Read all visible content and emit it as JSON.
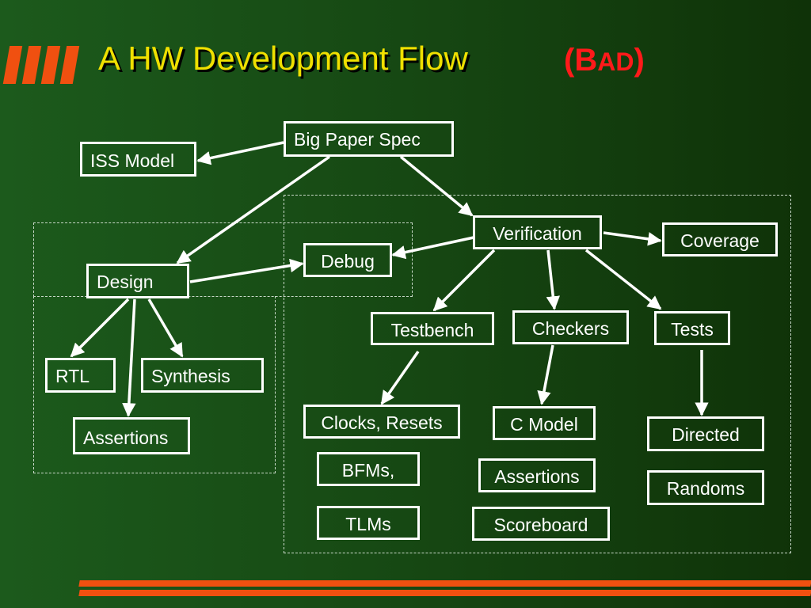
{
  "title": "A HW Development Flow",
  "label_bad": {
    "open": "(",
    "b": "B",
    "ad": "AD",
    "close": ")"
  },
  "nodes": {
    "big_paper_spec": "Big Paper Spec",
    "iss_model": "ISS Model",
    "design": "Design",
    "debug": "Debug",
    "verification": "Verification",
    "coverage": "Coverage",
    "rtl": "RTL",
    "synthesis": "Synthesis",
    "assertions_design": "Assertions",
    "testbench": "Testbench",
    "checkers": "Checkers",
    "tests": "Tests",
    "clocks_resets": "Clocks, Resets",
    "bfms": "BFMs,",
    "tlms": "TLMs",
    "c_model": "C Model",
    "assertions_verif": "Assertions",
    "scoreboard": "Scoreboard",
    "directed": "Directed",
    "randoms": "Randoms"
  },
  "colors": {
    "title": "#f0e000",
    "bad": "#ff1a1a",
    "accent": "#f05010",
    "node_border": "#ffffff",
    "node_text": "#ffffff",
    "dashed_border": "#c8d8c8"
  }
}
